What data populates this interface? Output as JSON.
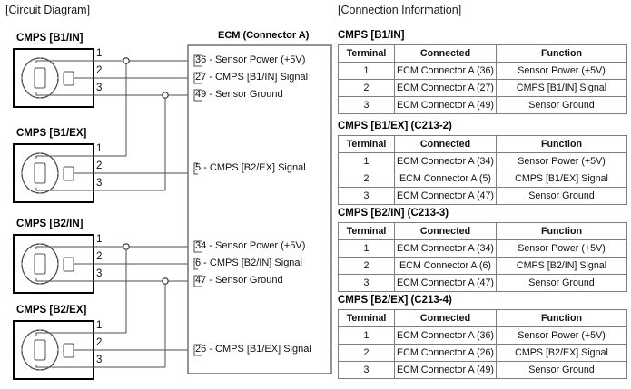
{
  "sections": {
    "circuit_title": "[Circuit Diagram]",
    "connection_title": "[Connection Information]"
  },
  "circuit": {
    "ecm_label": "ECM (Connector A)",
    "connectors": [
      {
        "name": "CMPS [B1/IN]",
        "pins": [
          "1",
          "2",
          "3"
        ]
      },
      {
        "name": "CMPS [B1/EX]",
        "pins": [
          "1",
          "2",
          "3"
        ]
      },
      {
        "name": "CMPS [B2/IN]",
        "pins": [
          "1",
          "2",
          "3"
        ]
      },
      {
        "name": "CMPS [B2/EX]",
        "pins": [
          "1",
          "2",
          "3"
        ]
      }
    ],
    "ecm_pins": [
      {
        "number": "36",
        "text": "36 - Sensor Power (+5V)"
      },
      {
        "number": "27",
        "text": "27 - CMPS [B1/IN] Signal"
      },
      {
        "number": "49",
        "text": "49 - Sensor Ground"
      },
      {
        "number": "5",
        "text": "5 - CMPS [B2/EX] Signal"
      },
      {
        "number": "34",
        "text": "34 - Sensor Power (+5V)"
      },
      {
        "number": "6",
        "text": "6 - CMPS [B2/IN] Signal"
      },
      {
        "number": "47",
        "text": "47 - Sensor Ground"
      },
      {
        "number": "26",
        "text": "26 - CMPS [B1/EX] Signal"
      }
    ]
  },
  "tables": [
    {
      "title": "CMPS [B1/IN]",
      "headers": [
        "Terminal",
        "Connected",
        "Function"
      ],
      "rows": [
        [
          "1",
          "ECM Connector A (36)",
          "Sensor Power (+5V)"
        ],
        [
          "2",
          "ECM Connector A (27)",
          "CMPS [B1/IN] Signal"
        ],
        [
          "3",
          "ECM Connector A (49)",
          "Sensor Ground"
        ]
      ]
    },
    {
      "title": "CMPS [B1/EX] (C213-2)",
      "headers": [
        "Terminal",
        "Connected",
        "Function"
      ],
      "rows": [
        [
          "1",
          "ECM Connector A (34)",
          "Sensor Power (+5V)"
        ],
        [
          "2",
          "ECM Connector A (5)",
          "CMPS [B1/EX] Signal"
        ],
        [
          "3",
          "ECM Connector A (47)",
          "Sensor Ground"
        ]
      ]
    },
    {
      "title": "CMPS [B2/IN] (C213-3)",
      "headers": [
        "Terminal",
        "Connected",
        "Function"
      ],
      "rows": [
        [
          "1",
          "ECM Connector A (34)",
          "Sensor Power (+5V)"
        ],
        [
          "2",
          "ECM Connector A (6)",
          "CMPS [B2/IN] Signal"
        ],
        [
          "3",
          "ECM Connector A (47)",
          "Sensor Ground"
        ]
      ]
    },
    {
      "title": "CMPS [B2/EX] (C213-4)",
      "headers": [
        "Terminal",
        "Connected",
        "Function"
      ],
      "rows": [
        [
          "1",
          "ECM Connector A (36)",
          "Sensor Power (+5V)"
        ],
        [
          "2",
          "ECM Connector A (26)",
          "CMPS [B2/EX] Signal"
        ],
        [
          "3",
          "ECM Connector A (49)",
          "Sensor Ground"
        ]
      ]
    }
  ],
  "colors": {
    "wire": "#4d4d4d",
    "border": "#7d7d7d",
    "connector_outline": "#000000",
    "text": "#111111"
  }
}
